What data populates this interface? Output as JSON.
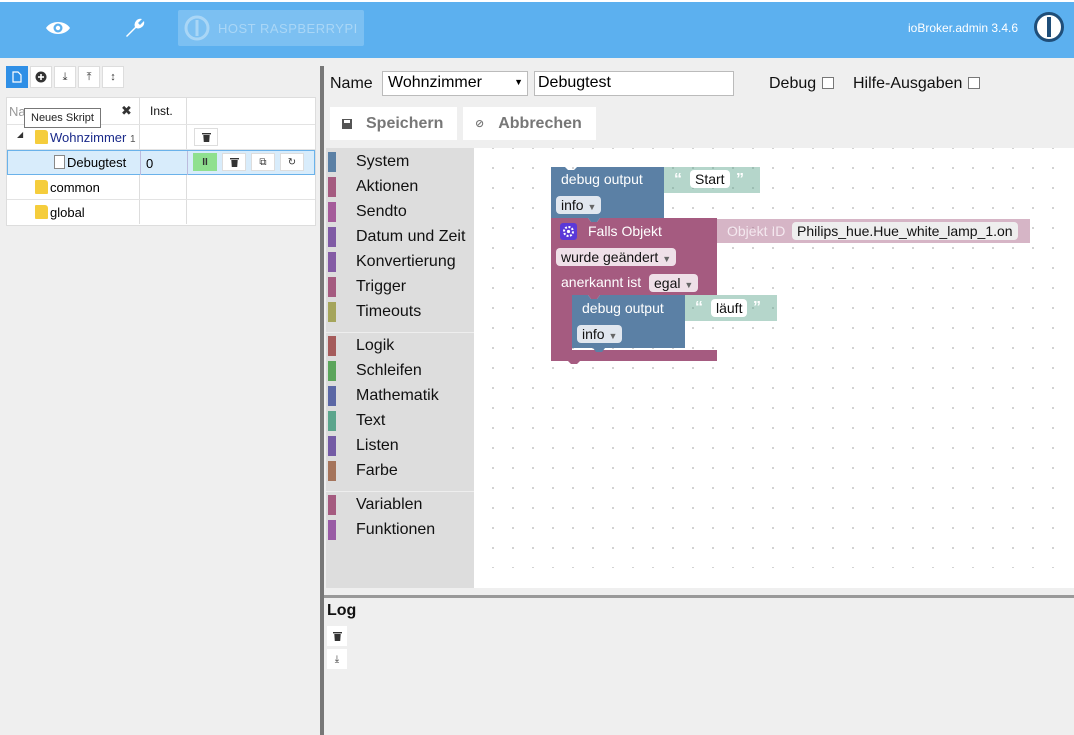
{
  "header": {
    "host_label": "HOST RASPBERRYPI",
    "version": "ioBroker.admin 3.4.6",
    "icons": [
      "eye-icon",
      "wrench-icon",
      "iobroker-logo"
    ]
  },
  "left": {
    "tooltip": "Neues Skript",
    "columns": {
      "name": "Name",
      "inst": "Inst."
    },
    "tree": [
      {
        "label": "Wohnzimmer",
        "count": "1",
        "type": "folder"
      },
      {
        "label": "Debugtest",
        "inst": "0",
        "type": "script"
      },
      {
        "label": "common",
        "type": "folder"
      },
      {
        "label": "global",
        "type": "folder"
      }
    ]
  },
  "editor": {
    "name_label": "Name",
    "folder_value": "Wohnzimmer",
    "script_name": "Debugtest",
    "debug_label": "Debug",
    "help_label": "Hilfe-Ausgaben",
    "save_label": "Speichern",
    "cancel_label": "Abbrechen"
  },
  "toolbox": {
    "groups": [
      [
        {
          "label": "System",
          "color": "#5b80a5"
        },
        {
          "label": "Aktionen",
          "color": "#a55b80"
        },
        {
          "label": "Sendto",
          "color": "#a55b9a"
        },
        {
          "label": "Datum und Zeit",
          "color": "#805ba5"
        },
        {
          "label": "Konvertierung",
          "color": "#845ba5"
        },
        {
          "label": "Trigger",
          "color": "#a55b80"
        },
        {
          "label": "Timeouts",
          "color": "#a5a55b"
        }
      ],
      [
        {
          "label": "Logik",
          "color": "#a55b5b"
        },
        {
          "label": "Schleifen",
          "color": "#5ba55b"
        },
        {
          "label": "Mathematik",
          "color": "#5b67a5"
        },
        {
          "label": "Text",
          "color": "#5ba58c"
        },
        {
          "label": "Listen",
          "color": "#745ba5"
        },
        {
          "label": "Farbe",
          "color": "#a5745b"
        }
      ],
      [
        {
          "label": "Variablen",
          "color": "#a55b80"
        },
        {
          "label": "Funktionen",
          "color": "#995ba5"
        }
      ]
    ]
  },
  "blocks": {
    "debug1": {
      "label": "debug output",
      "text": "Start",
      "level": "info"
    },
    "trigger": {
      "label": "Falls Objekt",
      "oid_label": "Objekt ID",
      "oid": "Philips_hue.Hue_white_lamp_1.on",
      "condition": "wurde geändert",
      "ack_label": "anerkannt ist",
      "ack": "egal"
    },
    "debug2": {
      "label": "debug output",
      "text": "läuft",
      "level": "info"
    },
    "colors": {
      "system": "#5b80a5",
      "trigger": "#a55b80",
      "text": "#5ba58c"
    }
  },
  "log": {
    "title": "Log"
  }
}
